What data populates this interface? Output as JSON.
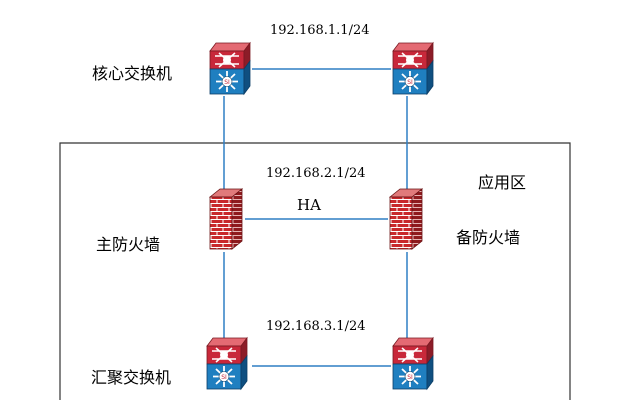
{
  "labels": {
    "ip_top": "192.168.1.1/24",
    "ip_mid": "192.168.2.1/24",
    "ip_bottom": "192.168.3.1/24",
    "core_switch": "核心交换机",
    "app_zone": "应用区",
    "ha": "HA",
    "primary_firewall": "主防火墙",
    "backup_firewall": "备防火墙",
    "agg_switch": "汇聚交换机"
  },
  "icons": {
    "core_switch_left": "multilayer-switch-icon",
    "core_switch_right": "multilayer-switch-icon",
    "primary_firewall": "firewall-icon",
    "backup_firewall": "firewall-icon",
    "agg_switch_left": "multilayer-switch-icon",
    "agg_switch_right": "multilayer-switch-icon"
  },
  "colors": {
    "link": "#2f7fc4",
    "switch_top": "#c8283a",
    "switch_bottom": "#1f7fc0",
    "firewall": "#c0282a",
    "zone_border": "#333333"
  }
}
